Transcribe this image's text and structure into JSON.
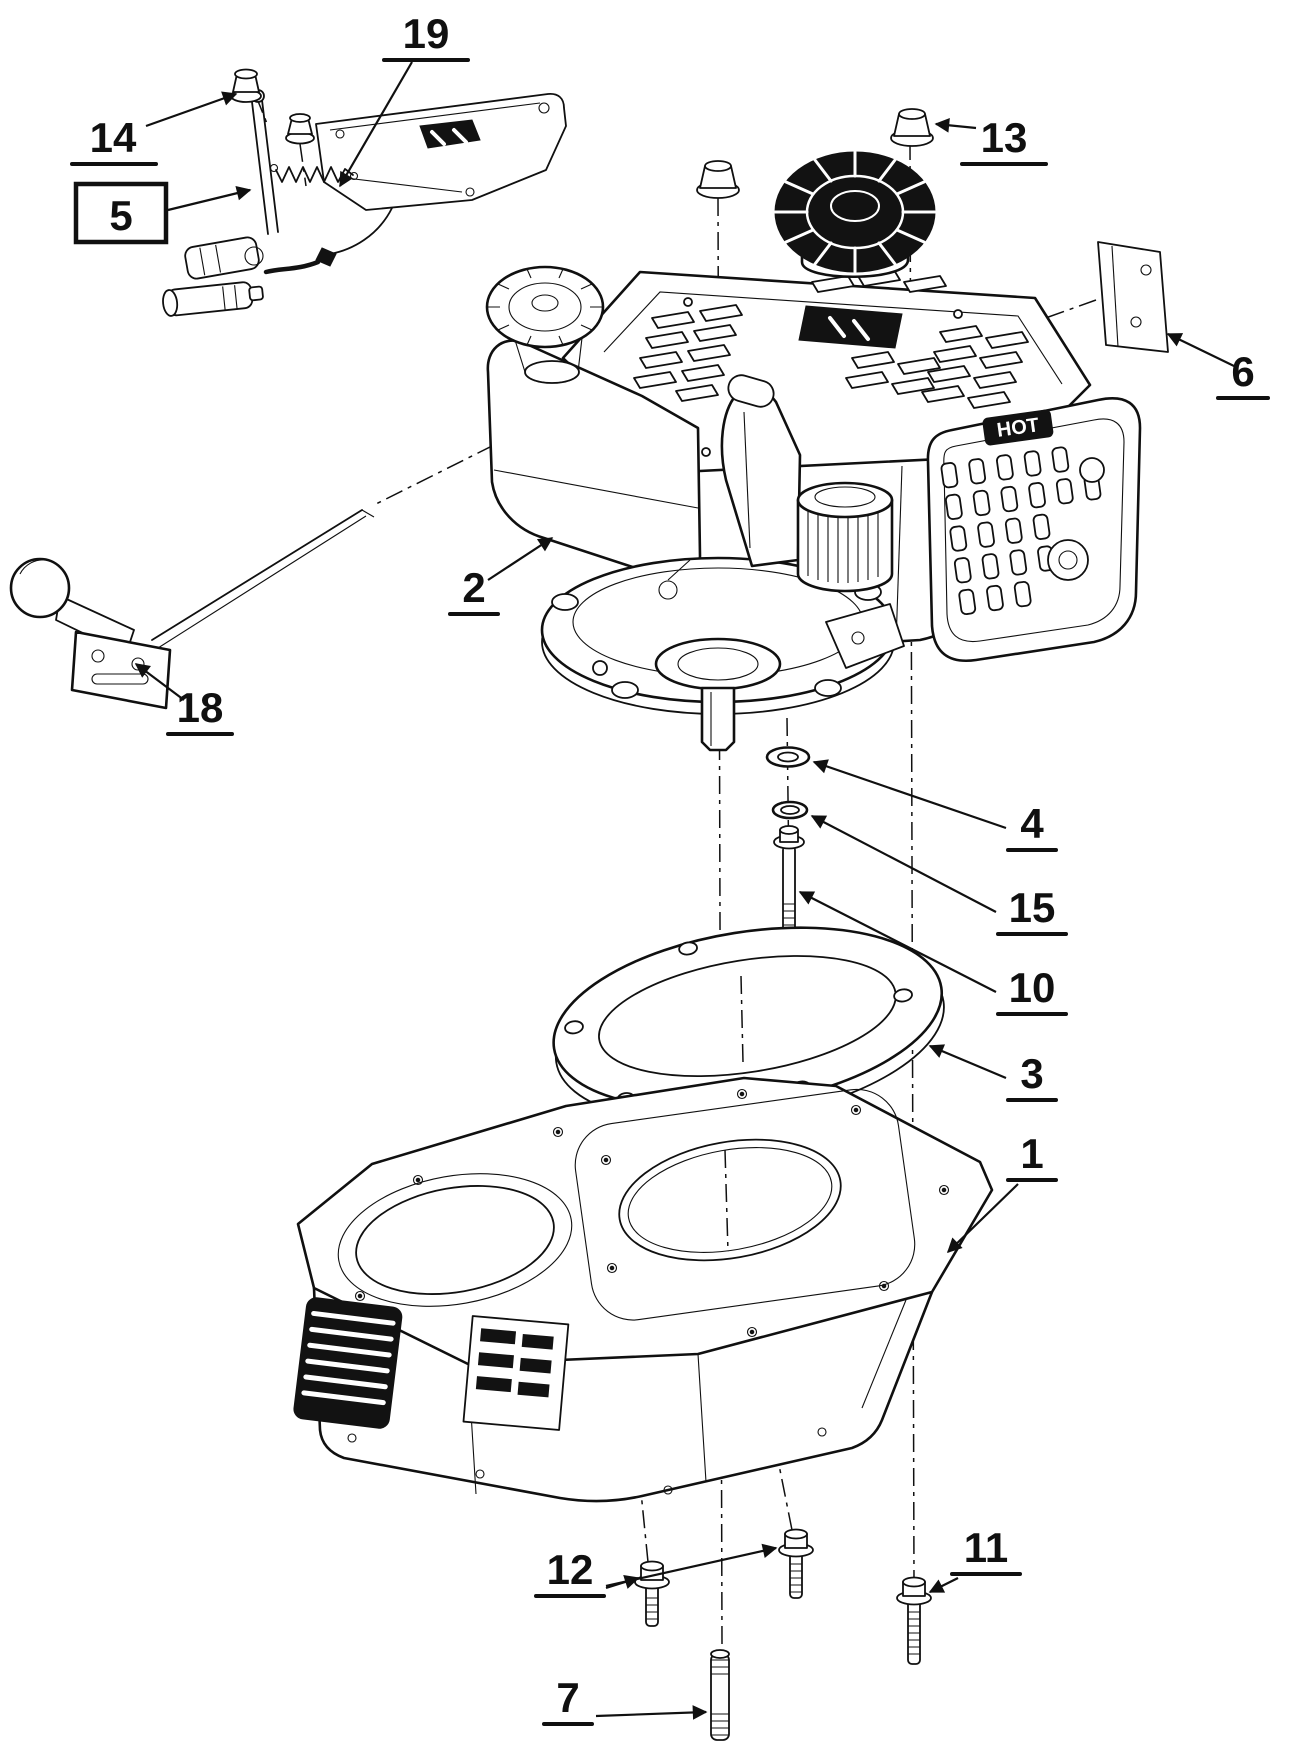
{
  "figure": {
    "type": "exploded_parts_diagram",
    "subject": "vertical-shaft engine exploded view with numbered part callouts",
    "background_color": "#ffffff",
    "line_color": "#101010",
    "callouts": [
      {
        "ref": "19",
        "style": "underline"
      },
      {
        "ref": "14",
        "style": "underline"
      },
      {
        "ref": "5",
        "style": "boxed"
      },
      {
        "ref": "13",
        "style": "underline"
      },
      {
        "ref": "6",
        "style": "underline"
      },
      {
        "ref": "2",
        "style": "underline"
      },
      {
        "ref": "18",
        "style": "underline"
      },
      {
        "ref": "4",
        "style": "underline"
      },
      {
        "ref": "15",
        "style": "underline"
      },
      {
        "ref": "10",
        "style": "underline"
      },
      {
        "ref": "3",
        "style": "underline"
      },
      {
        "ref": "1",
        "style": "underline"
      },
      {
        "ref": "11",
        "style": "underline"
      },
      {
        "ref": "12",
        "style": "underline"
      },
      {
        "ref": "7",
        "style": "underline"
      }
    ],
    "part_labels": {
      "muffler_guard_warning": "HOT"
    }
  }
}
